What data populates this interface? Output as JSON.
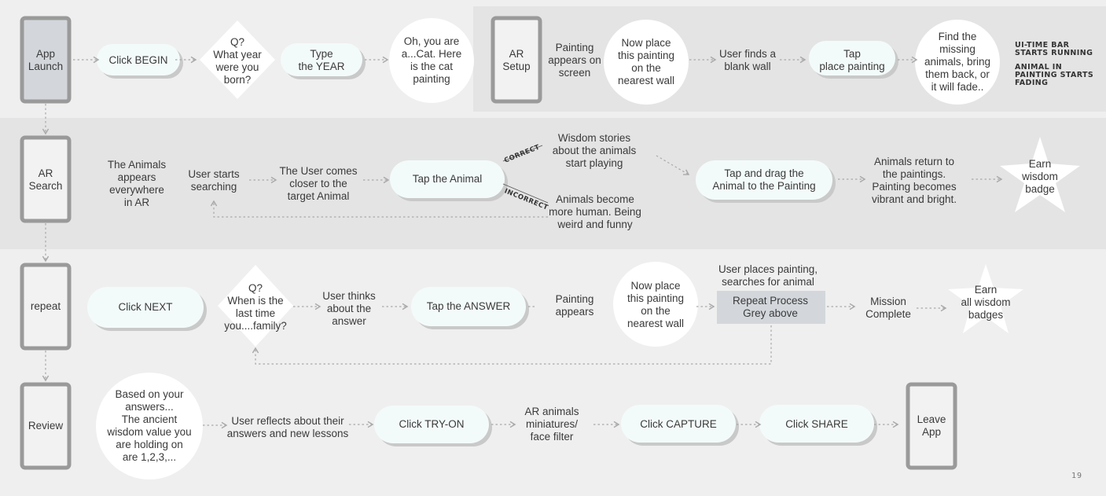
{
  "colors": {
    "page": "#efefef",
    "band": "#e4e4e4",
    "frame": "#9a9a9a",
    "pill": "#f3fbfa",
    "pill_shadow": "#c9c9c9",
    "grey_box": "#d3d7db",
    "arrow": "#a9a9a9"
  },
  "row1": {
    "app_launch": "App\nLaunch",
    "click_begin": "Click BEGIN",
    "question": "Q?\nWhat year\nwere you\nborn?",
    "type_year": "Type\nthe YEAR",
    "cat_result": "Oh, you are\na...Cat. Here\nis the cat\npainting",
    "ar_setup": "AR\nSetup",
    "painting_appears": "Painting\nappears on\nscreen",
    "place_painting": "Now place\nthis painting\non the\nnearest wall",
    "finds_wall": "User finds a\nblank wall",
    "tap_place": "Tap\nplace painting",
    "find_animals": "Find the\nmissing\nanimals, bring\nthem back, or\nit will fade..",
    "note_timebar": "UI-TIME BAR\nSTARTS RUNNING",
    "note_fading": "ANIMAL IN\nPAINTING STARTS\nFADING"
  },
  "row2": {
    "ar_search": "AR\nSearch",
    "animals_appear": "The Animals\nappears\neverywhere\nin AR",
    "starts_searching": "User starts\nsearching",
    "comes_closer": "The User comes\ncloser to the\ntarget Animal",
    "tap_animal": "Tap the Animal",
    "correct": "CORRECT",
    "incorrect": "INCORRECT",
    "wisdom_stories": "Wisdom stories\nabout the animals\nstart playing",
    "more_human": "Animals become\nmore human. Being\nweird and funny",
    "tap_drag": "Tap and drag the\nAnimal to the Painting",
    "animals_return": "Animals return to\nthe paintings.\nPainting becomes\nvibrant and bright.",
    "earn_badge": "Earn\nwisdom\nbadge"
  },
  "row3": {
    "repeat": "repeat",
    "click_next": "Click NEXT",
    "question": "Q?\nWhen is the\nlast time\nyou....family?",
    "user_thinks": "User thinks\nabout the\nanswer",
    "tap_answer": "Tap the ANSWER",
    "painting_appears": "Painting\nappears",
    "place_painting": "Now place\nthis painting\non the\nnearest wall",
    "user_places": "User places painting,\nsearches for animal",
    "repeat_process": "Repeat Process\nGrey above",
    "mission_complete": "Mission\nComplete",
    "earn_all": "Earn\nall wisdom\nbadges"
  },
  "row4": {
    "review": "Review",
    "based_on": "Based on your\nanswers...\nThe ancient\nwisdom value you\nare holding on\nare 1,2,3,...",
    "reflects": "User reflects about their\nanswers and new lessons",
    "try_on": "Click TRY-ON",
    "ar_miniatures": "AR animals\nminiatures/\nface filter",
    "capture": "Click CAPTURE",
    "share": "Click SHARE",
    "leave": "Leave\nApp"
  },
  "page_number": "19"
}
